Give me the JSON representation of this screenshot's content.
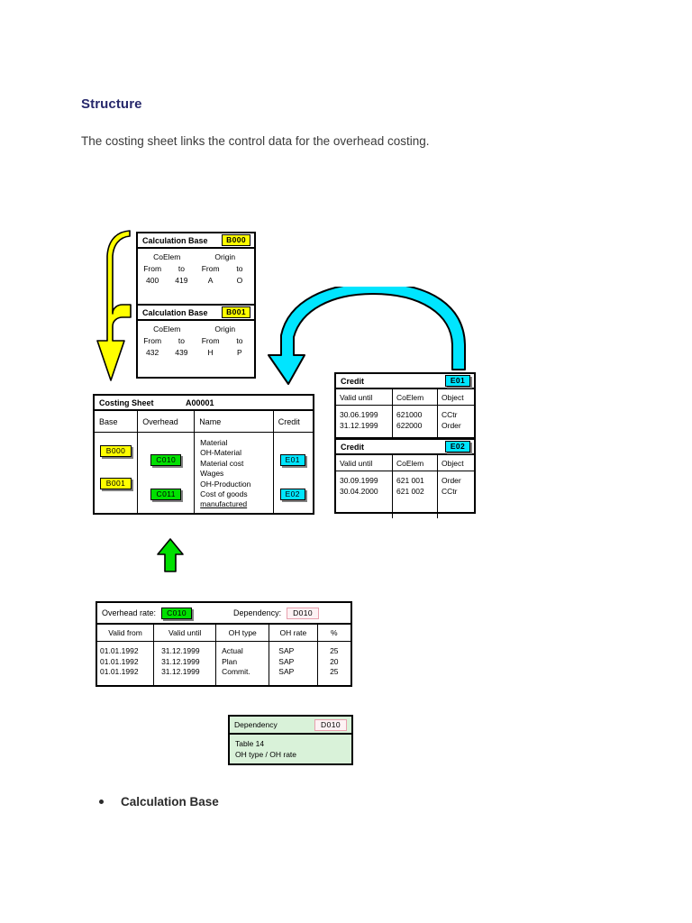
{
  "document": {
    "heading": "Structure",
    "intro": "The costing sheet links the control data for the overhead costing.",
    "bullet_label": "Calculation Base"
  },
  "colors": {
    "heading": "#26286b",
    "body_text": "#3a3a3a",
    "base_badge": "#ffff00",
    "overhead_badge": "#00e000",
    "credit_badge": "#00e5ff",
    "dependency_badge_fill": "#fdf2f4",
    "dependency_badge_border": "#e8a0ae",
    "dependency_box_fill": "#d9f2d9",
    "yellow_arrow": "#ffff00",
    "cyan_arrow": "#00e5ff",
    "green_arrow": "#00e000"
  },
  "calculation_bases": [
    {
      "title": "Calculation Base",
      "badge": "B000",
      "group_headers": [
        "CoElem",
        "Origin"
      ],
      "sub_headers": [
        "From",
        "to",
        "From",
        "to"
      ],
      "values": [
        "400",
        "419",
        "A",
        "O"
      ]
    },
    {
      "title": "Calculation Base",
      "badge": "B001",
      "group_headers": [
        "CoElem",
        "Origin"
      ],
      "sub_headers": [
        "From",
        "to",
        "From",
        "to"
      ],
      "values": [
        "432",
        "439",
        "H",
        "P"
      ]
    }
  ],
  "costing_sheet": {
    "title": "Costing Sheet",
    "id": "A00001",
    "columns": [
      "Base",
      "Overhead",
      "Name",
      "Credit"
    ],
    "base_badges": [
      "B000",
      "B001"
    ],
    "overhead_badges": [
      "C010",
      "C011"
    ],
    "names": [
      "Material",
      "OH-Material",
      "Material cost",
      "Wages",
      "OH-Production",
      "Cost of goods",
      "manufactured"
    ],
    "credit_badges": [
      "E01",
      "E02"
    ]
  },
  "credits": [
    {
      "title": "Credit",
      "badge": "E01",
      "columns": [
        "Valid until",
        "CoElem",
        "Object"
      ],
      "rows": [
        [
          "30.06.1999",
          "621000",
          "CCtr"
        ],
        [
          "31.12.1999",
          "622000",
          "Order"
        ]
      ]
    },
    {
      "title": "Credit",
      "badge": "E02",
      "columns": [
        "Valid until",
        "CoElem",
        "Object"
      ],
      "rows": [
        [
          "30.09.1999",
          "621 001",
          "Order"
        ],
        [
          "30.04.2000",
          "621 002",
          "CCtr"
        ]
      ]
    }
  ],
  "overhead_rate": {
    "rate_label": "Overhead rate:",
    "rate_badge": "C010",
    "dependency_label": "Dependency:",
    "dependency_badge": "D010",
    "columns": [
      "Valid from",
      "Valid until",
      "OH type",
      "OH rate",
      "%"
    ],
    "rows": [
      [
        "01.01.1992",
        "31.12.1999",
        "Actual",
        "SAP",
        "25"
      ],
      [
        "01.01.1992",
        "31.12.1999",
        "Plan",
        "SAP",
        "20"
      ],
      [
        "01.01.1992",
        "31.12.1999",
        "Commit.",
        "SAP",
        "25"
      ]
    ]
  },
  "dependency": {
    "title": "Dependency",
    "badge": "D010",
    "line1": "Table   14",
    "line2": "OH type / OH rate"
  },
  "arrows": [
    {
      "name": "yellow-base-arrow",
      "color": "#ffff00",
      "direction": "down"
    },
    {
      "name": "cyan-credit-arrow",
      "color": "#00e5ff",
      "direction": "down-left"
    },
    {
      "name": "green-overhead-arrow",
      "color": "#00e000",
      "direction": "up"
    }
  ]
}
